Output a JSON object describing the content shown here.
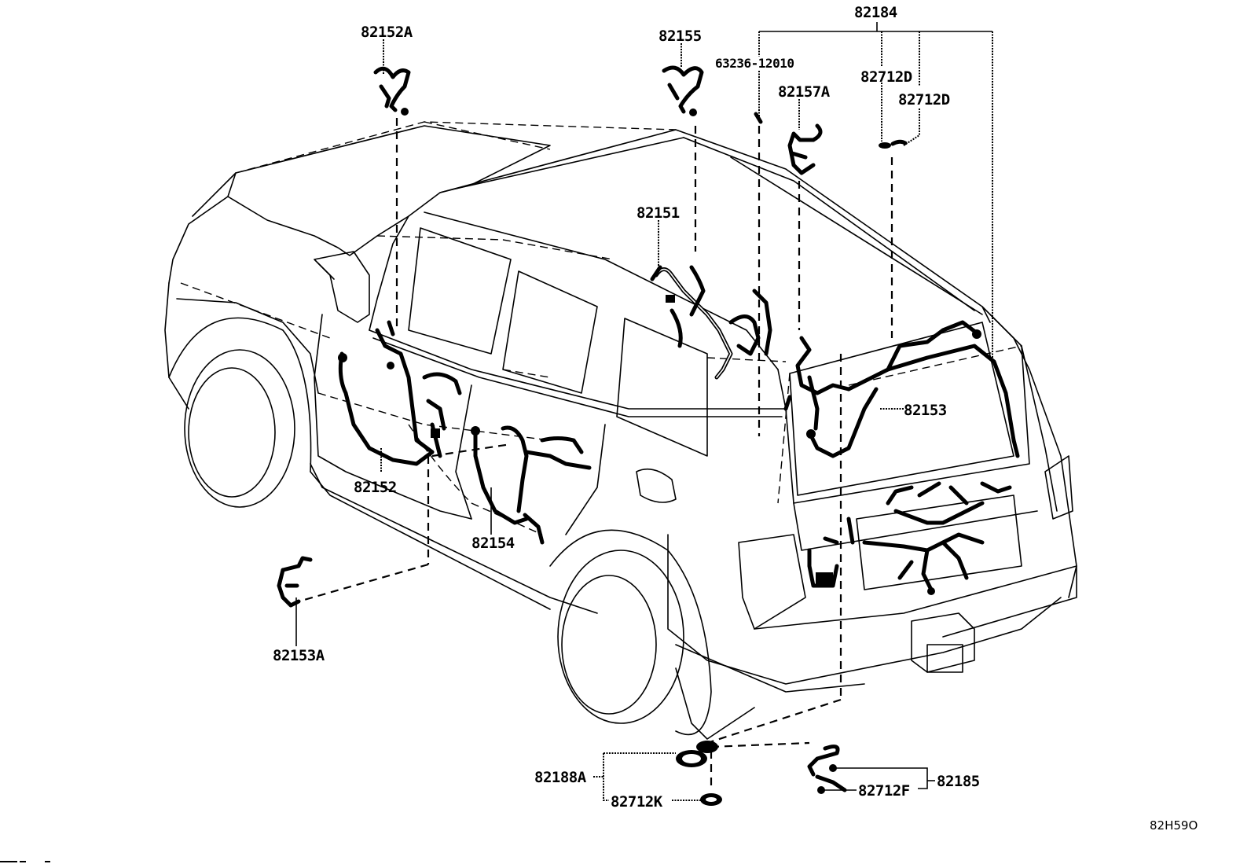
{
  "diagram": {
    "title": "Wiring harness & clamp layout (rear/side)",
    "reference_code": "82H59O",
    "labels": {
      "p82152A": "82152A",
      "p82155": "82155",
      "p82184": "82184",
      "p63236": "63236-12010",
      "p82712D_1": "82712D",
      "p82712D_2": "82712D",
      "p82157A": "82157A",
      "p82151": "82151",
      "p82153": "82153",
      "p82152": "82152",
      "p82154": "82154",
      "p82153A": "82153A",
      "p82188A": "82188A",
      "p82712K": "82712K",
      "p82712F": "82712F",
      "p82185": "82185"
    }
  }
}
